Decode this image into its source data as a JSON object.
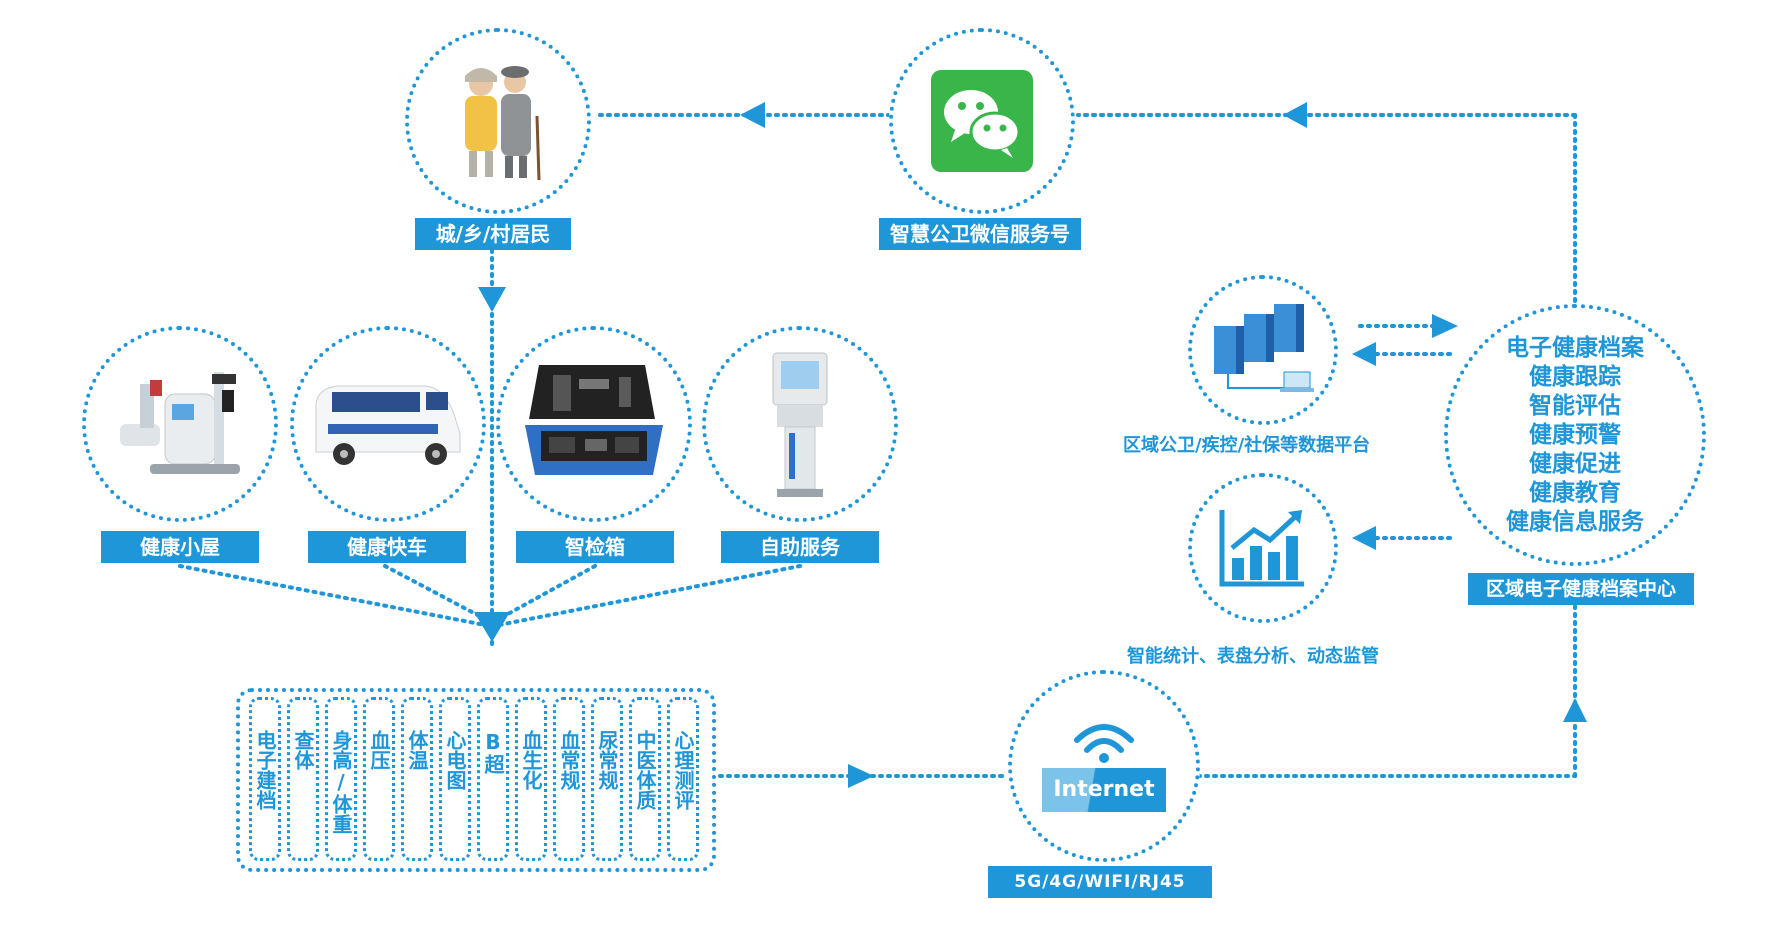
{
  "colors": {
    "accent": "#1e96d8",
    "wechat": "#3ab54a"
  },
  "residents": {
    "label": "城/乡/村居民",
    "icon": "elderly-couple-icon"
  },
  "wechat_service": {
    "label": "智慧公卫微信服务号",
    "icon": "wechat-icon"
  },
  "service_points": [
    {
      "label": "健康小屋",
      "icon": "health-kiosk-machine-icon"
    },
    {
      "label": "健康快车",
      "icon": "medical-van-icon"
    },
    {
      "label": "智检箱",
      "icon": "smart-check-case-icon"
    },
    {
      "label": "自助服务",
      "icon": "self-service-terminal-icon"
    }
  ],
  "exam_items": [
    "电子建档",
    "查体",
    "身高/体重",
    "血压",
    "体温",
    "心电图",
    "B超",
    "血生化",
    "血常规",
    "尿常规",
    "中医体质",
    "心理测评"
  ],
  "internet": {
    "badge": "Internet",
    "label": "5G/4G/WIFI/RJ45",
    "icon": "wifi-icon"
  },
  "data_platform": {
    "label": "区域公卫/疾控/社保等数据平台",
    "icon": "server-cluster-icon"
  },
  "analytics": {
    "label": "智能统计、表盘分析、动态监管",
    "icon": "growth-chart-icon"
  },
  "records_center": {
    "label": "区域电子健康档案中心",
    "functions": [
      "电子健康档案",
      "健康跟踪",
      "智能评估",
      "健康预警",
      "健康促进",
      "健康教育",
      "健康信息服务"
    ]
  }
}
